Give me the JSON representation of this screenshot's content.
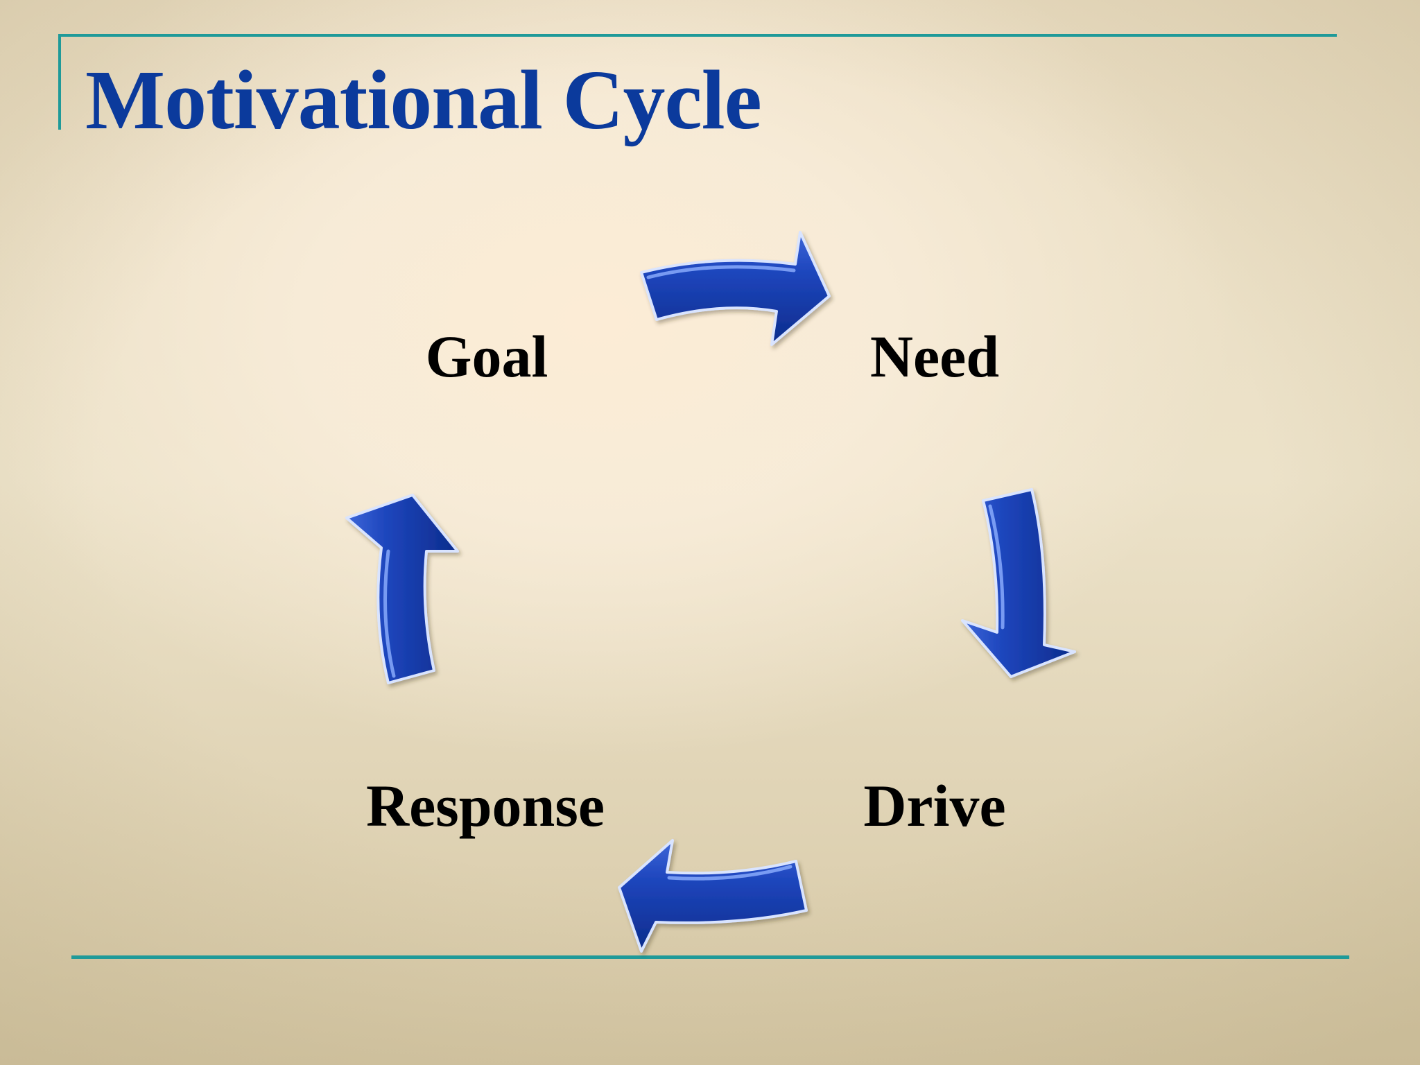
{
  "slide": {
    "title": "Motivational Cycle",
    "accent_color": "#1f9a99",
    "title_color": "#0b3a9c",
    "arrow_color": "#1a3fb0"
  },
  "cycle": {
    "nodes": [
      {
        "id": "goal",
        "label": "Goal"
      },
      {
        "id": "need",
        "label": "Need"
      },
      {
        "id": "drive",
        "label": "Drive"
      },
      {
        "id": "response",
        "label": "Response"
      }
    ],
    "arrows": [
      {
        "from": "goal",
        "to": "need",
        "icon": "arrow-right-icon"
      },
      {
        "from": "need",
        "to": "drive",
        "icon": "arrow-down-icon"
      },
      {
        "from": "drive",
        "to": "response",
        "icon": "arrow-left-icon"
      },
      {
        "from": "response",
        "to": "goal",
        "icon": "arrow-up-icon"
      }
    ]
  }
}
